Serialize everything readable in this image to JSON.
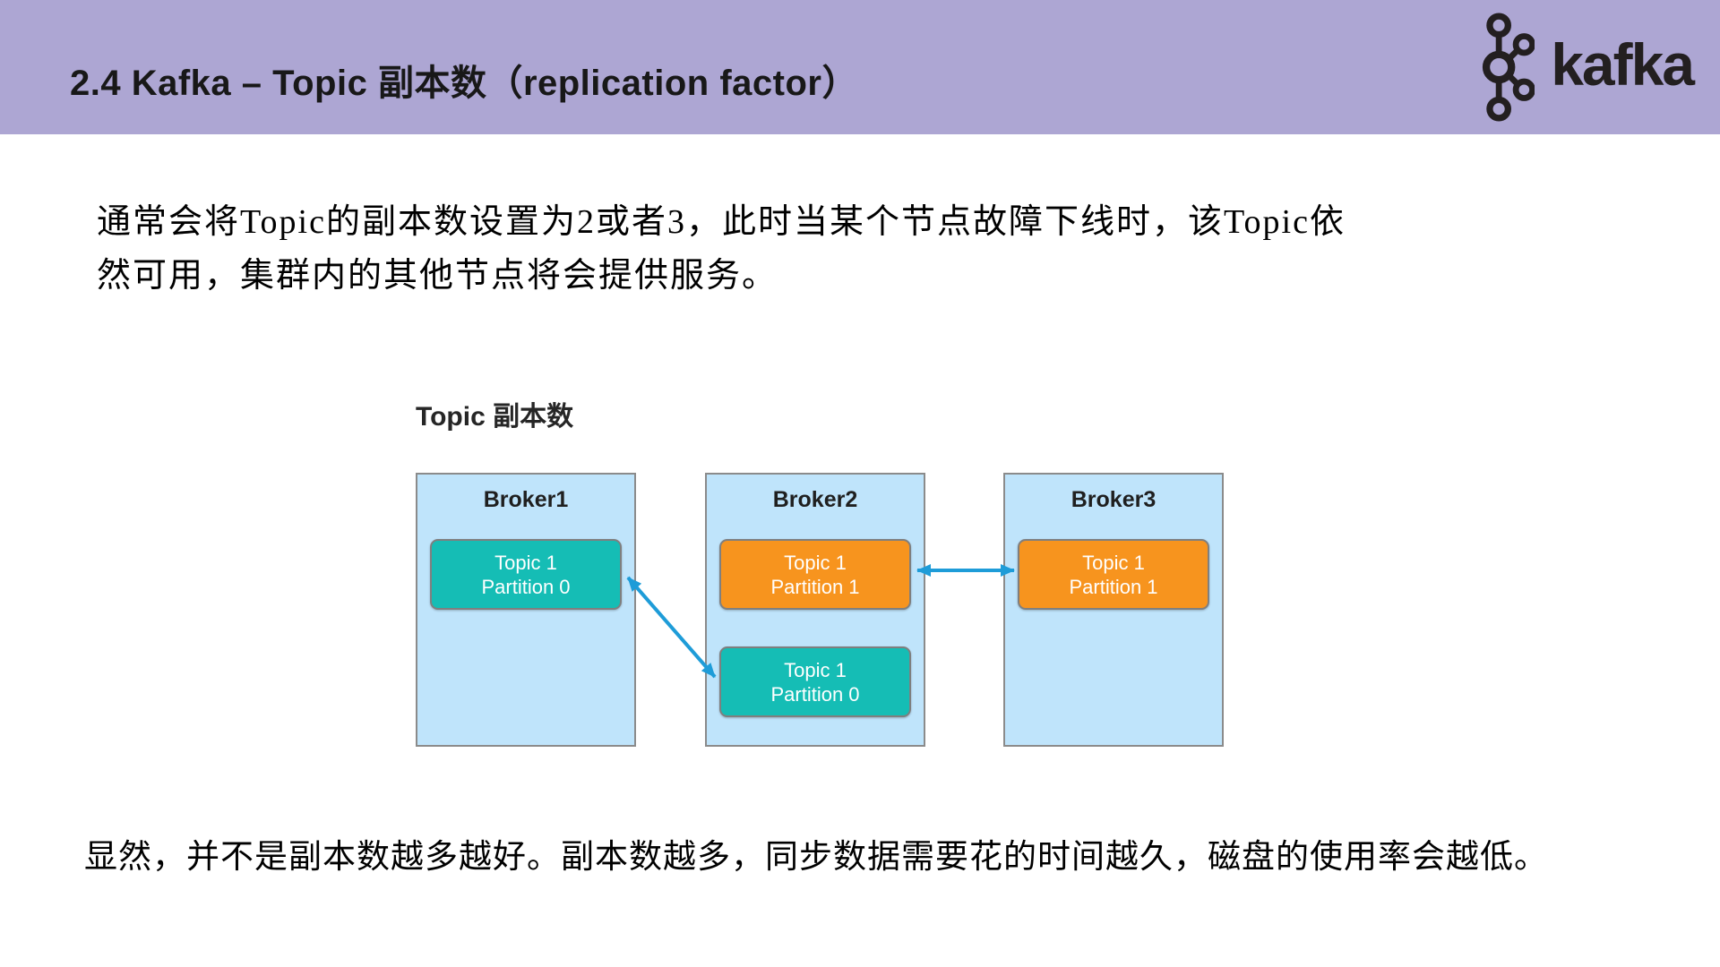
{
  "colors": {
    "header-bg": "#ada6d3",
    "title-text": "#181818",
    "logo-color": "#231f20",
    "broker-fill": "#bfe4fb",
    "broker-border": "#8b8b8b",
    "partition-border": "#7f7f7f",
    "teal": "#15bdb5",
    "orange": "#f7941e",
    "arrow": "#1e9cd8",
    "body-text": "#000000"
  },
  "header": {
    "title": "2.4 Kafka – Topic 副本数（replication factor）",
    "logo_text": "kafka"
  },
  "intro": {
    "line1": "通常会将Topic的副本数设置为2或者3，此时当某个节点故障下线时，该Topic依",
    "line2": "然可用，集群内的其他节点将会提供服务。"
  },
  "diagram": {
    "title": "Topic 副本数",
    "brokers": [
      {
        "name": "Broker1",
        "partitions": [
          {
            "line1": "Topic 1",
            "line2": "Partition 0",
            "color": "teal"
          }
        ]
      },
      {
        "name": "Broker2",
        "partitions": [
          {
            "line1": "Topic 1",
            "line2": "Partition 1",
            "color": "orange"
          },
          {
            "line1": "Topic 1",
            "line2": "Partition 0",
            "color": "teal"
          }
        ]
      },
      {
        "name": "Broker3",
        "partitions": [
          {
            "line1": "Topic 1",
            "line2": "Partition 1",
            "color": "orange"
          }
        ]
      }
    ],
    "arrows": [
      {
        "from": "Broker1 Topic 1 Partition 0",
        "to": "Broker2 Topic 1 Partition 0",
        "bidirectional": true
      },
      {
        "from": "Broker2 Topic 1 Partition 1",
        "to": "Broker3 Topic 1 Partition 1",
        "bidirectional": true
      }
    ]
  },
  "footer": {
    "text": "显然，并不是副本数越多越好。副本数越多，同步数据需要花的时间越久，磁盘的使用率会越低。"
  }
}
